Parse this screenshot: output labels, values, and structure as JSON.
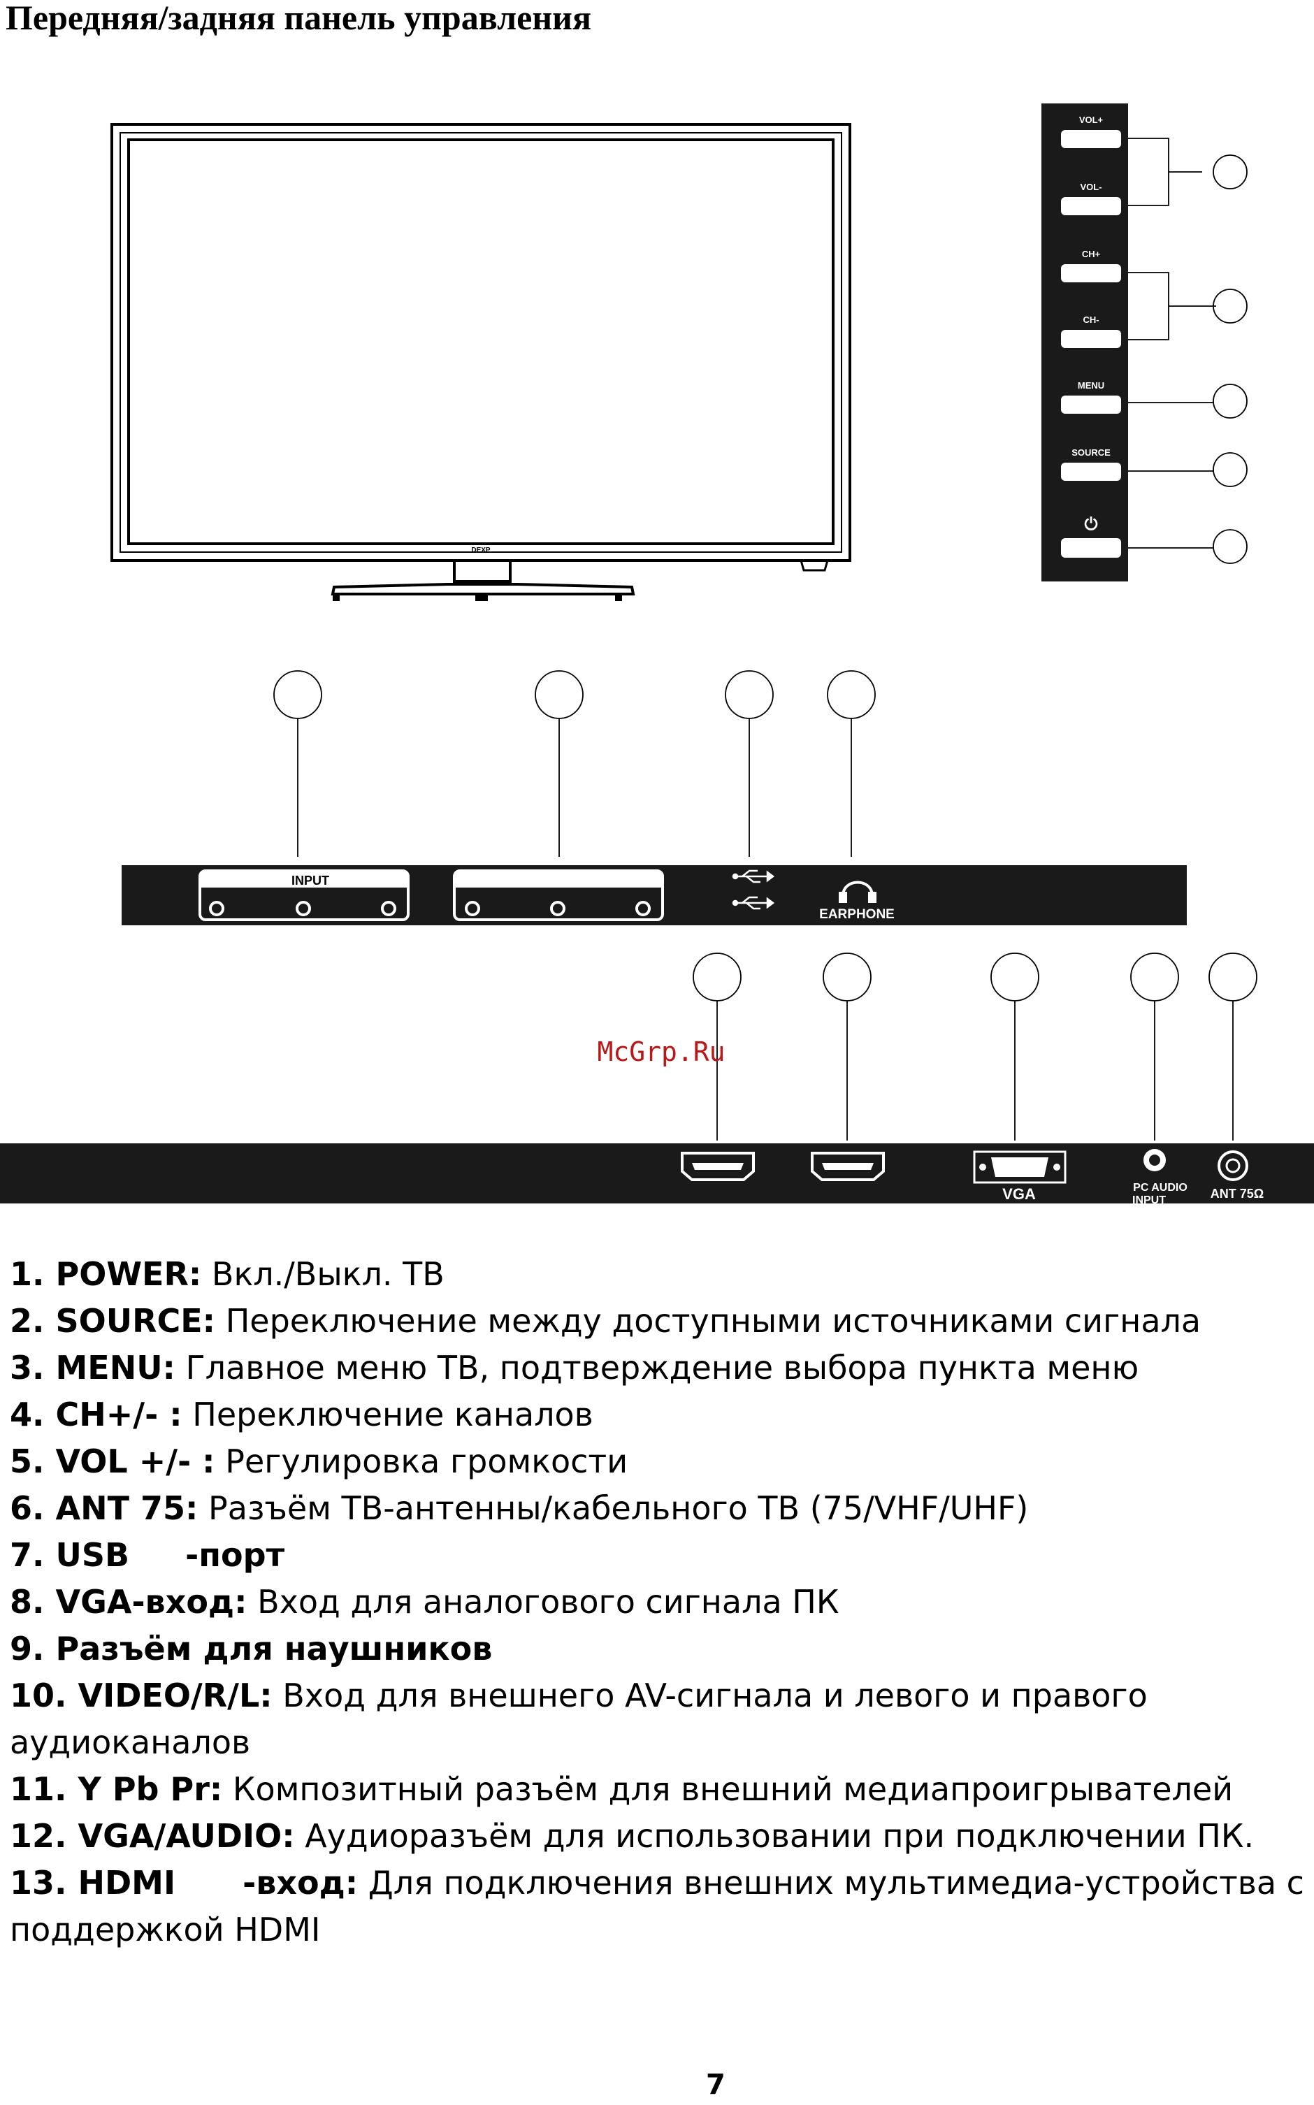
{
  "page": {
    "title": "Передняя/задняя панель управления",
    "watermark": "McGrp.Ru",
    "page_number": "7"
  },
  "tv": {
    "brand": "DEXP"
  },
  "side_panel": {
    "buttons": [
      {
        "label": "VOL+"
      },
      {
        "label": "VOL-"
      },
      {
        "label": "CH+"
      },
      {
        "label": "CH-"
      },
      {
        "label": "MENU"
      },
      {
        "label": "SOURCE"
      },
      {
        "label": "⏻"
      }
    ]
  },
  "rear_top_panel": {
    "input_label": "INPUT",
    "earphone_label": "EARPHONE"
  },
  "rear_bottom_panel": {
    "vga_label": "VGA",
    "pc_audio_label_1": "PC AUDIO",
    "pc_audio_label_2": "INPUT",
    "ant_label": "ANT 75Ω"
  },
  "legend": [
    {
      "bold": "1. POWER:",
      "text": " Вкл./Выкл. ТВ"
    },
    {
      "bold": "2. SOURCE:",
      "text": " Переключение между доступными источниками сигнала"
    },
    {
      "bold": "3. MENU:",
      "text": " Главное меню ТВ, подтверждение выбора пункта меню"
    },
    {
      "bold": "4. CH+/- :",
      "text": " Переключение каналов"
    },
    {
      "bold": "5. VOL +/- :",
      "text": " Регулировка громкости"
    },
    {
      "bold": "6. ANT 75:",
      "text": " Разъём ТВ-антенны/кабельного ТВ (75/VHF/UHF)"
    },
    {
      "bold": "7. USB     -порт",
      "text": ""
    },
    {
      "bold": "8. VGA-вход:",
      "text": " Вход для аналогового сигнала ПК"
    },
    {
      "bold": "9. Разъём для наушников",
      "text": ""
    },
    {
      "bold": "10. VIDEO/R/L:",
      "text": " Вход для внешнего AV-сигнала и левого и правого"
    },
    {
      "bold": "",
      "text": "аудиоканалов"
    },
    {
      "bold": "11. Y Pb Pr:",
      "text": " Композитный разъём для внешний медиапроигрывателей"
    },
    {
      "bold": "12. VGA/AUDIO:",
      "text": " Аудиоразъём для использовании при подключении ПК."
    },
    {
      "bold": "13. HDMI      -вход:",
      "text": " Для подключения внешних мультимедиа-устройства с"
    },
    {
      "bold": "",
      "text": "поддержкой HDMI"
    }
  ]
}
